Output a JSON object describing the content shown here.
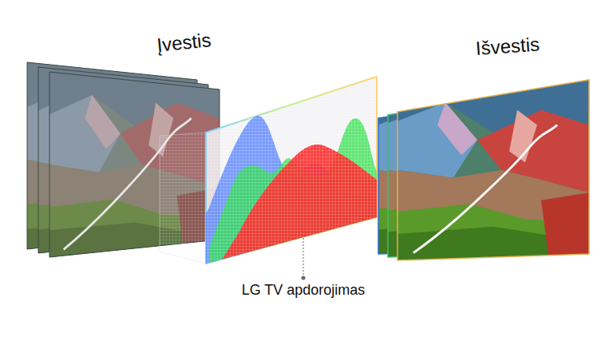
{
  "diagram": {
    "labels": [
      "Įvestis",
      "Išvestis",
      "LG TV apdorojimas"
    ]
  }
}
